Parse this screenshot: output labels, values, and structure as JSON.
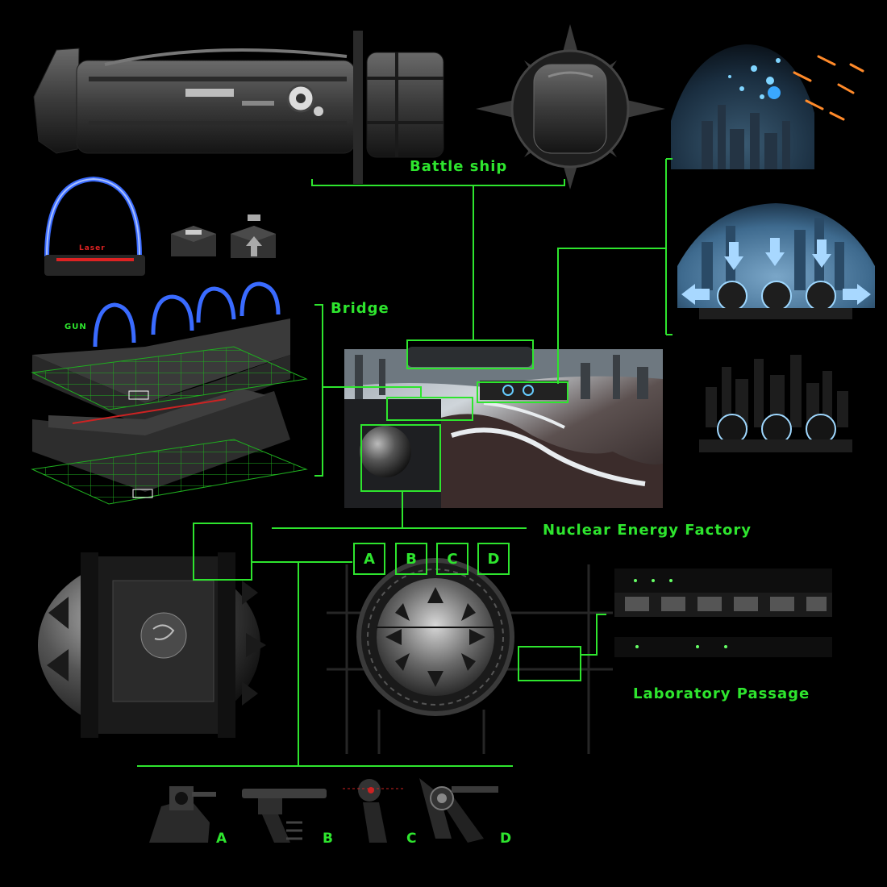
{
  "labels": {
    "battle_ship": "Battle ship",
    "bridge": "Bridge",
    "nuclear_energy_factory": "Nuclear Energy Factory",
    "laboratory_passage": "Laboratory Passage",
    "gun": "GUN",
    "laser": "Laser"
  },
  "factory_modules": [
    "A",
    "B",
    "C",
    "D"
  ],
  "turrets": [
    "A",
    "B",
    "C",
    "D"
  ],
  "colors": {
    "accent": "#2ee52e",
    "background": "#000000",
    "energy_arc": "#3a6bff",
    "laser": "#d22222"
  }
}
